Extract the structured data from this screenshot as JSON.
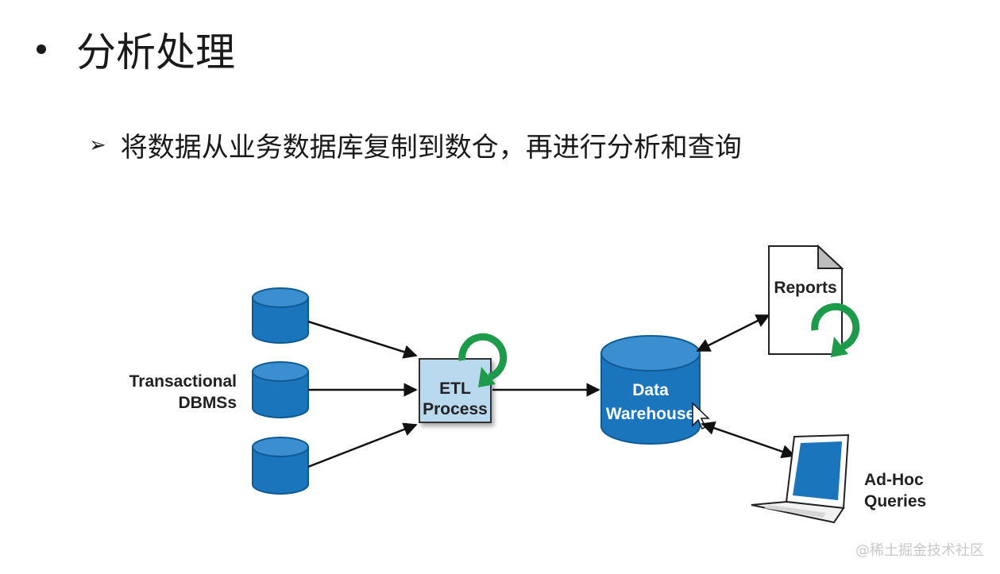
{
  "slide": {
    "title": "分析处理",
    "subtitle": "将数据从业务数据库复制到数仓，再进行分析和查询"
  },
  "diagram": {
    "transactional_label_line1": "Transactional",
    "transactional_label_line2": "DBMSs",
    "etl_label_line1": "ETL",
    "etl_label_line2": "Process",
    "warehouse_label_line1": "Data",
    "warehouse_label_line2": "Warehouse",
    "reports_label": "Reports",
    "adhoc_label_line1": "Ad-Hoc",
    "adhoc_label_line2": "Queries",
    "colors": {
      "cylinder_blue": "#1b75bc",
      "cylinder_dark": "#0f5a94",
      "etl_fill": "#b9d9ef",
      "recycle_green": "#1e9a4b"
    }
  },
  "watermark": "@稀土掘金技术社区"
}
